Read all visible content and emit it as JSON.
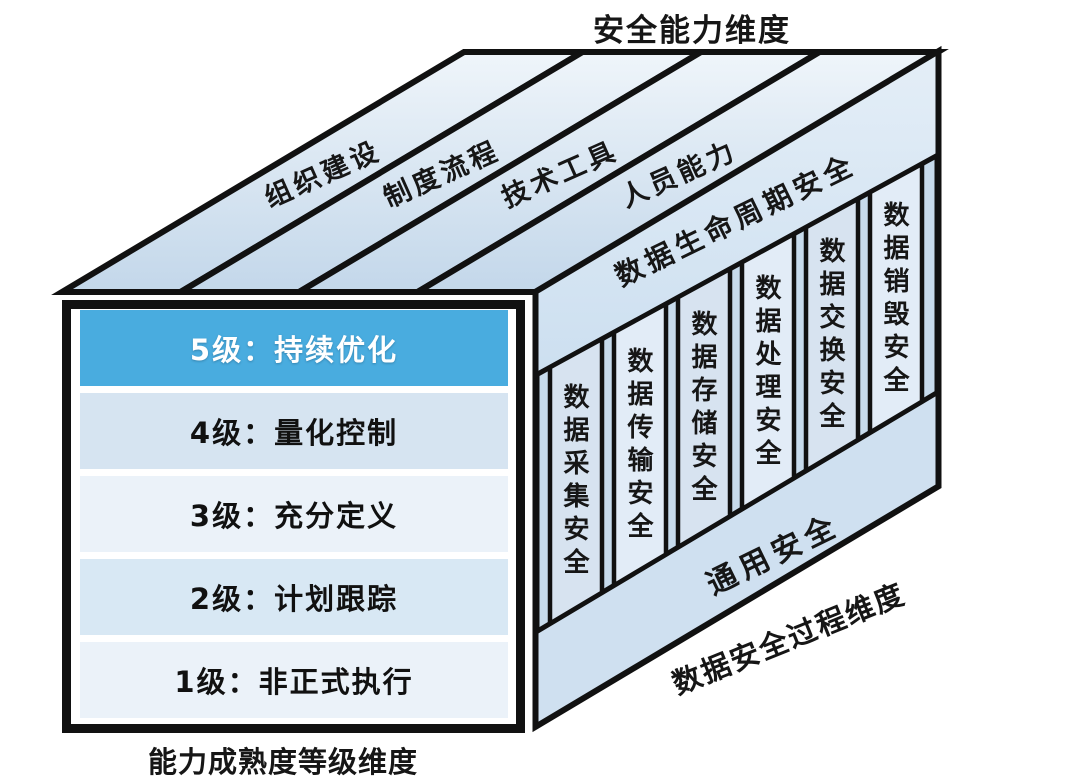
{
  "diagram": {
    "title": "安全能力维度",
    "capability_dimension": {
      "strips": [
        "组织建设",
        "制度流程",
        "技术工具",
        "人员能力"
      ]
    },
    "process_dimension": {
      "axis_label": "数据安全过程维度",
      "lifecycle_band": "数据生命周期安全",
      "general_band": "通用安全",
      "columns": [
        "数据采集安全",
        "数据传输安全",
        "数据存储安全",
        "数据处理安全",
        "数据交换安全",
        "数据销毁安全"
      ]
    },
    "maturity_dimension": {
      "axis_label": "能力成熟度等级维度",
      "levels": [
        "5级：持续优化",
        "4级：量化控制",
        "3级：充分定义",
        "2级：计划跟踪",
        "1级：非正式执行"
      ]
    },
    "colors": {
      "level5_highlight": "#49ACDF",
      "level_light": "#EBF2F9",
      "level_medium": "#D6E4F1",
      "face_base": "#C7DBEC",
      "band_fill": "#D8E6F2",
      "general_band_fill": "#CFE0F0",
      "column_dark": "#D7E3F0",
      "column_light": "#E2ECF7",
      "strip_gradient_top": "#EFF5FA",
      "strip_gradient_bottom": "#C3D7EA",
      "outline": "#111111"
    }
  }
}
